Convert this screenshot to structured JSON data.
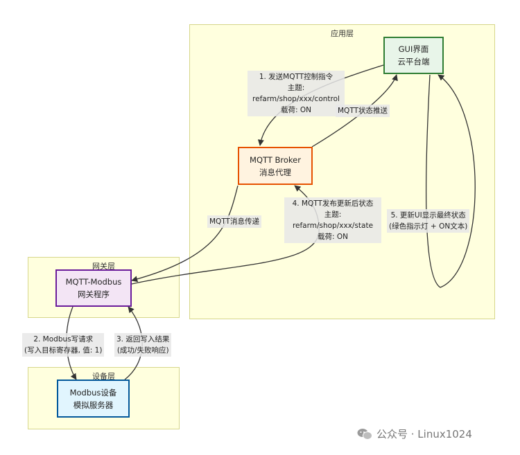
{
  "layers": {
    "app": "应用层",
    "gateway": "网关层",
    "device": "设备层"
  },
  "nodes": {
    "gui": {
      "line1": "GUI界面",
      "line2": "云平台端"
    },
    "broker": {
      "line1": "MQTT Broker",
      "line2": "消息代理"
    },
    "gateway": {
      "line1": "MQTT-Modbus",
      "line2": "网关程序"
    },
    "device": {
      "line1": "Modbus设备",
      "line2": "模拟服务器"
    }
  },
  "edges": {
    "e1": [
      "1. 发送MQTT控制指令",
      "主题:",
      "refarm/shop/xxx/control",
      "载荷: ON"
    ],
    "e_status": [
      "MQTT状态推送"
    ],
    "e_relay": [
      "MQTT消息传递"
    ],
    "e4": [
      "4. MQTT发布更新后状态",
      "主题:",
      "refarm/shop/xxx/state",
      "载荷: ON"
    ],
    "e5": [
      "5. 更新UI显示最终状态",
      "(绿色指示灯 + ON文本)"
    ],
    "e2": [
      "2. Modbus写请求",
      "(写入目标寄存器, 值: 1)"
    ],
    "e3": [
      "3. 返回写入结果",
      "(成功/失败响应)"
    ]
  },
  "watermark": "公众号 · Linux1024",
  "colors": {
    "layer_fill": "#ffffde",
    "gui_fill": "#e8f5e9",
    "gui_border": "#2e7d32",
    "broker_fill": "#fff3e0",
    "broker_border": "#e65100",
    "gateway_fill": "#f3e5f5",
    "gateway_border": "#6a1b9a",
    "device_fill": "#e1f5fe",
    "device_border": "#01579b"
  }
}
